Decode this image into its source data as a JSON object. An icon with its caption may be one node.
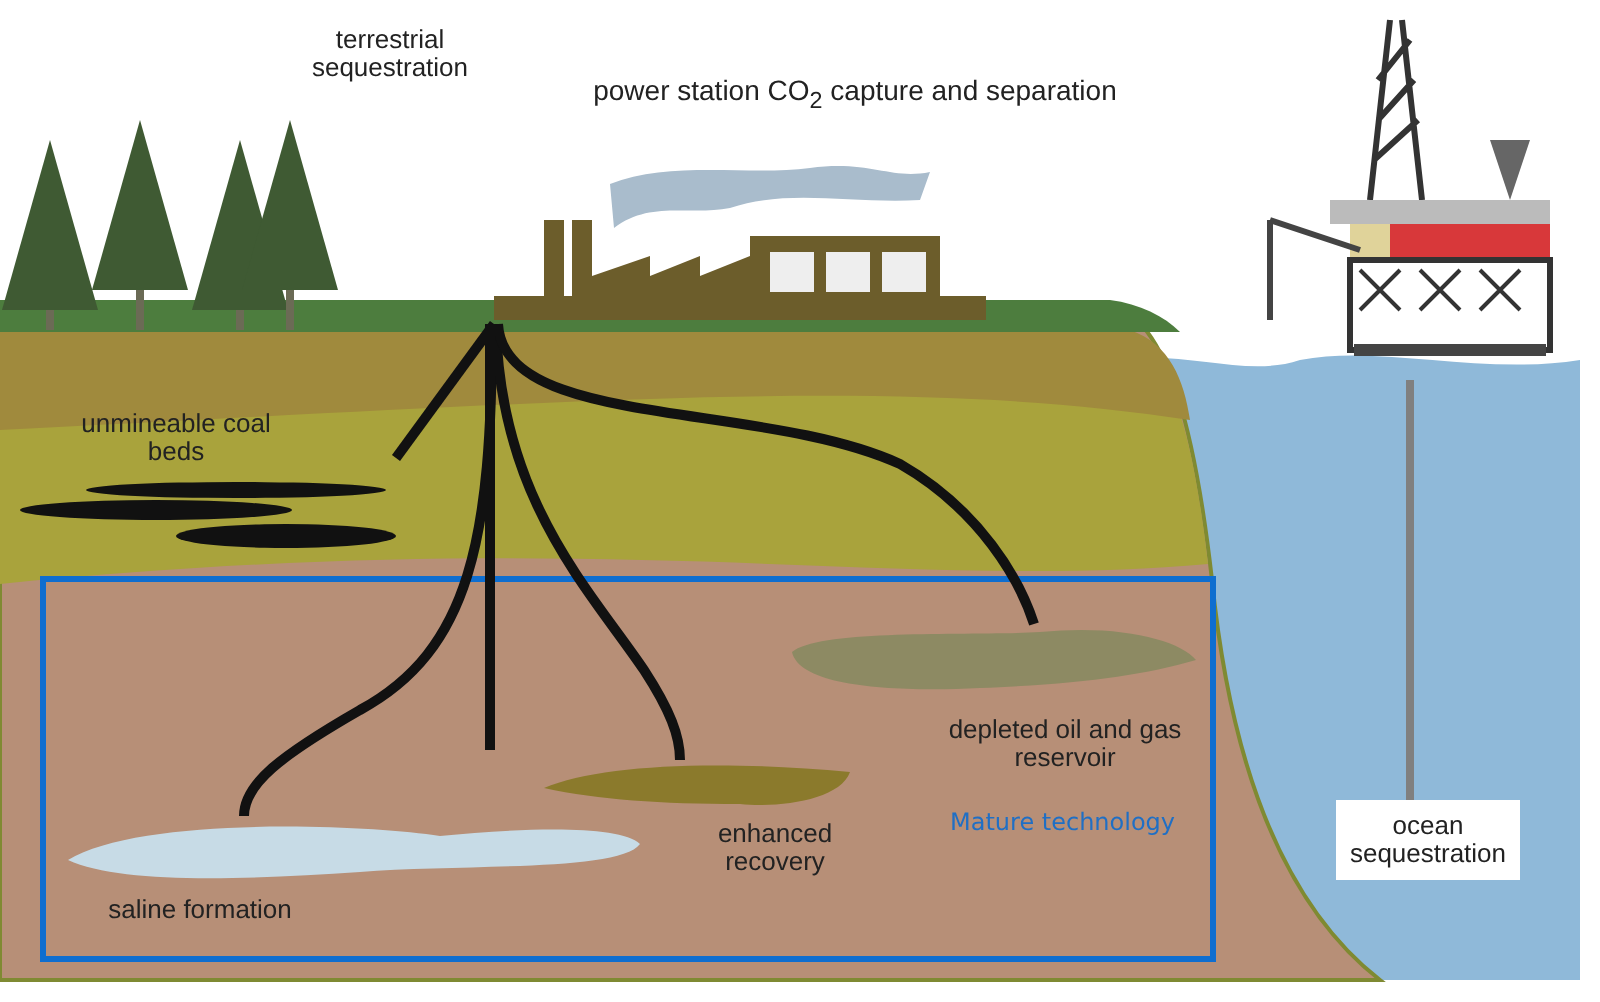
{
  "diagram": {
    "nodes": [
      {
        "text": [
          "power station CO$_{2}$ capture and separation"
        ]
      },
      {
        "text": [
          "terrestrial sequestration"
        ]
      },
      {
        "text": [
          "unmineable coal beds"
        ]
      },
      {
        "text": [
          "Mature technology"
        ]
      },
      {
        "text": [
          "saline formation"
        ],
        "in": 3
      },
      {
        "text": [
          "enhanced recovery"
        ],
        "in": 3
      },
      {
        "text": [
          "depleted oil and gas reservoir"
        ],
        "in": 3
      },
      {
        "text": [],
        "shape": "picture"
      },
      {
        "text": [
          "ocean sequestration"
        ]
      }
    ],
    "edges": [
      {
        "from": 0,
        "to": 2,
        "arrow": "none"
      },
      {
        "from": 0,
        "to": 4,
        "arrow": "none"
      },
      {
        "from": 0,
        "to": 5,
        "arrow": "none"
      },
      {
        "from": 0,
        "to": 6,
        "arrow": "none"
      },
      {
        "from": 0,
        "to": null,
        "arrow": "none"
      },
      {
        "from": 7,
        "to": 8,
        "arrow": "none",
        "color": "#808080"
      }
    ]
  }
}
